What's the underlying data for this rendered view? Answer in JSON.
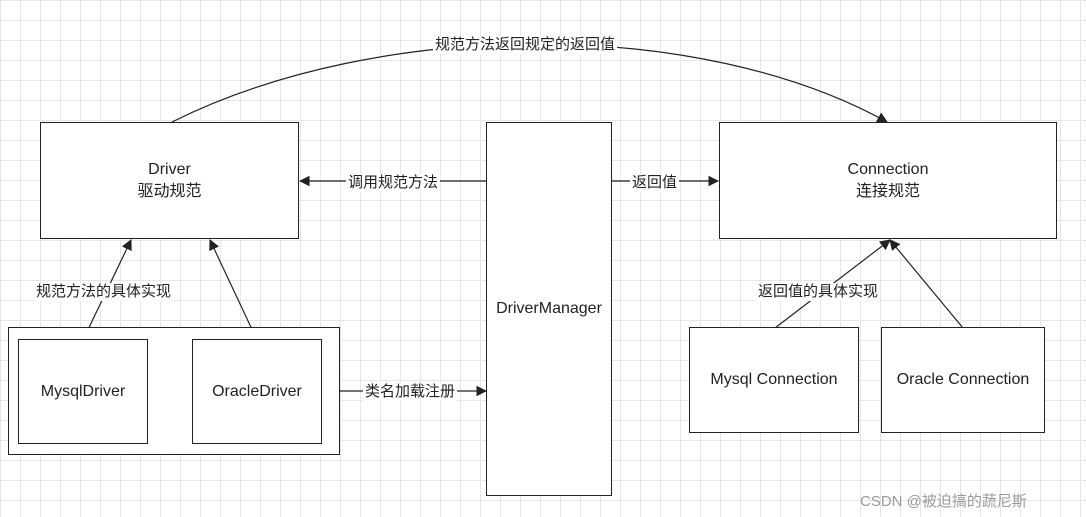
{
  "nodes": {
    "driver": {
      "title": "Driver",
      "subtitle": "驱动规范"
    },
    "connection": {
      "title": "Connection",
      "subtitle": "连接规范"
    },
    "driver_manager": {
      "title": "DriverManager"
    },
    "mysql_driver": {
      "title": "MysqlDriver"
    },
    "oracle_driver": {
      "title": "OracleDriver"
    },
    "mysql_connection": {
      "title": "Mysql Connection"
    },
    "oracle_connection": {
      "title": "Oracle Connection"
    }
  },
  "edges": {
    "top_arc": "规范方法返回规定的返回值",
    "call_method": "调用规范方法",
    "return_value": "返回值",
    "impl_driver": "规范方法的具体实现",
    "impl_connection": "返回值的具体实现",
    "class_load": "类名加载注册"
  },
  "watermark": "CSDN @被迫搞的蔬尼斯"
}
